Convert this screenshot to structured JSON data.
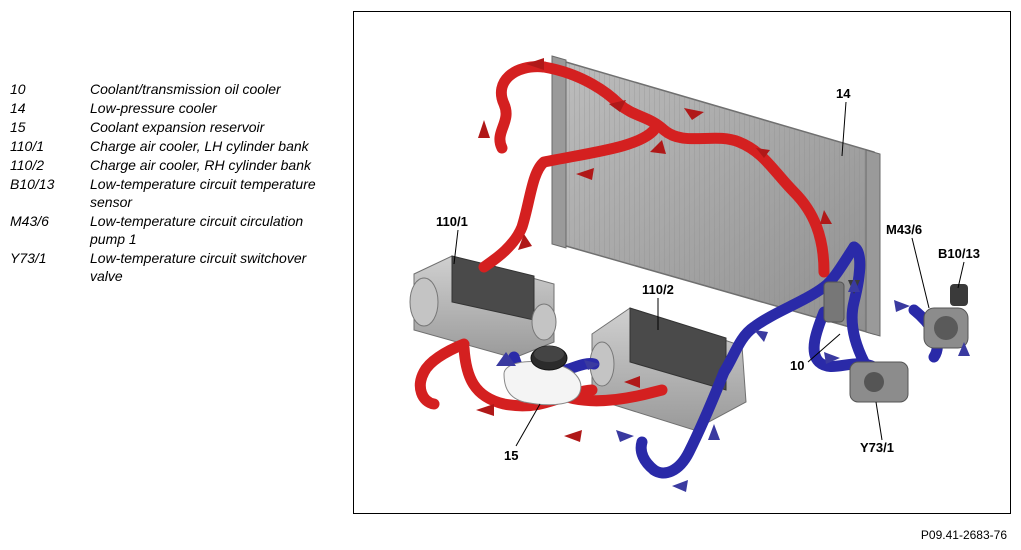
{
  "legend": [
    {
      "code": "10",
      "desc": "Coolant/transmission oil cooler"
    },
    {
      "code": "14",
      "desc": "Low-pressure cooler"
    },
    {
      "code": "15",
      "desc": "Coolant expansion reservoir"
    },
    {
      "code": "110/1",
      "desc": "Charge air cooler, LH cylinder bank"
    },
    {
      "code": "110/2",
      "desc": "Charge air cooler, RH cylinder bank"
    },
    {
      "code": "B10/13",
      "desc": "Low-temperature circuit temperature sensor"
    },
    {
      "code": "M43/6",
      "desc": "Low-temperature circuit circulation pump 1"
    },
    {
      "code": "Y73/1",
      "desc": "Low-temperature circuit switchover valve"
    }
  ],
  "callouts": {
    "c14": "14",
    "c110_1": "110/1",
    "c110_2": "110/2",
    "cM43_6": "M43/6",
    "cB10_13": "B10/13",
    "c10": "10",
    "cY73_1": "Y73/1",
    "c15": "15"
  },
  "figure_ref": "P09.41-2683-76",
  "colors": {
    "hot_line": "#d42020",
    "cold_line": "#2a2aa8",
    "arrow_red": "#b01818",
    "arrow_blue": "#3a3aa0",
    "radiator": "#a4a4a4",
    "component_gray": "#8c8c8c"
  }
}
